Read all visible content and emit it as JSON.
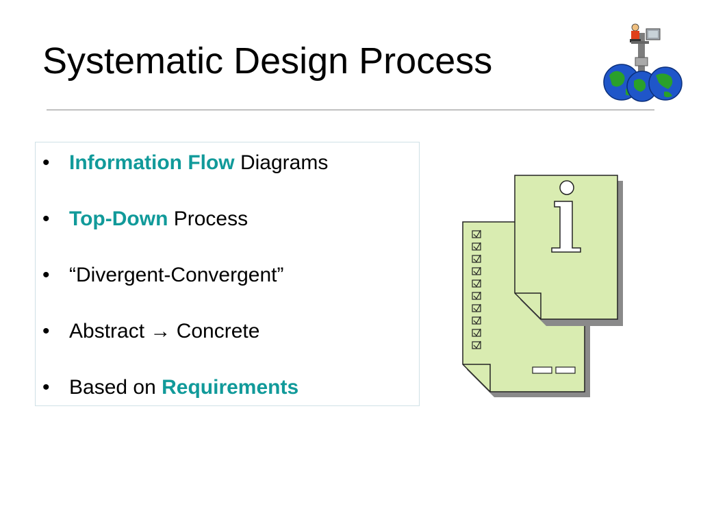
{
  "slide": {
    "title": "Systematic Design Process",
    "accent_color": "#119a9a",
    "bullets": [
      {
        "highlight": "Information Flow",
        "text": " Diagrams"
      },
      {
        "highlight": "Top-Down",
        "text": " Process"
      },
      {
        "text": "“Divergent-Convergent”"
      },
      {
        "text": "Abstract → Concrete"
      },
      {
        "prefix": "Based on ",
        "highlight": "Requirements"
      }
    ],
    "bullet_symbol": "•",
    "logo": {
      "icon": "globe-with-computer-user-icon"
    },
    "illustration": {
      "icon": "info-and-checklist-documents-icon",
      "info_glyph": "i"
    }
  }
}
